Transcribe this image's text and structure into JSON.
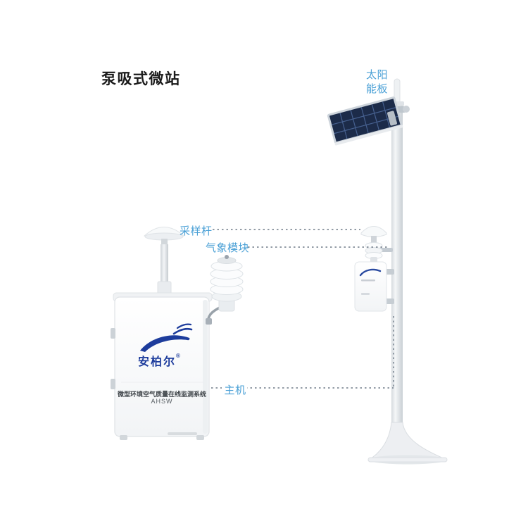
{
  "page": {
    "title": "泵吸式微站"
  },
  "callouts": {
    "solar_panel": {
      "line1": "太阳",
      "line2": "能板"
    },
    "sampling_rod": "采样杆",
    "weather_module": "气象模块",
    "main_unit": "主机"
  },
  "cabinet": {
    "brand": "安柏尔",
    "brand_reg": "®",
    "product_name": "微型环境空气质量在线监测系统",
    "model": "AHSW"
  },
  "colors": {
    "callout_blue": "#4AA0D6",
    "brand_navy": "#1D3C9C",
    "solar_cell_navy": "#1C2B49",
    "dotted_line_gray": "#6E7A87"
  }
}
